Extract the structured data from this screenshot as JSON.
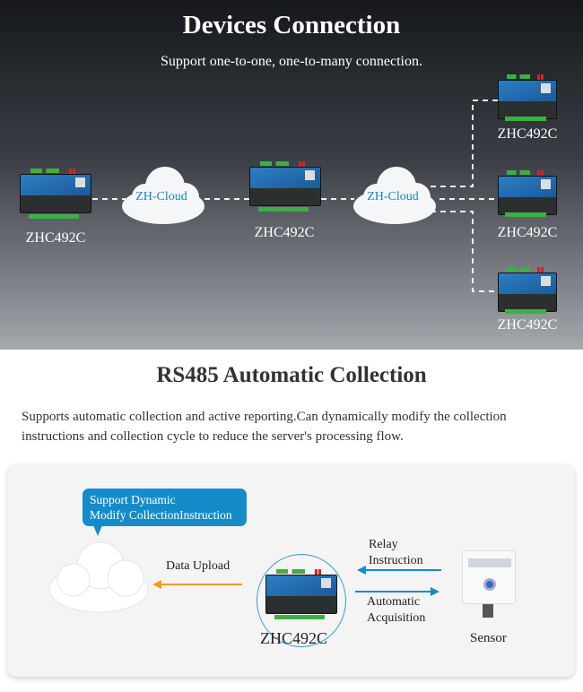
{
  "section1": {
    "title": "Devices Connection",
    "subtitle": "Support one-to-one, one-to-many connection.",
    "cloud_label": "ZH-Cloud",
    "device_label": "ZHC492C"
  },
  "section2": {
    "title": "RS485 Automatic Collection",
    "description": "Supports automatic collection and active reporting.Can dynamically modify the collection instructions and collection cycle to reduce the server's processing flow.",
    "bubble_line1": "Support Dynamic",
    "bubble_line2": "Modify CollectionInstruction",
    "data_upload": "Data Upload",
    "relay_line1": "Relay",
    "relay_line2": "Instruction",
    "auto_line1": "Automatic",
    "auto_line2": "Acquisition",
    "device_label": "ZHC492C",
    "sensor_label": "Sensor",
    "colors": {
      "blue": "#168bc9",
      "orange": "#f39c12"
    }
  }
}
